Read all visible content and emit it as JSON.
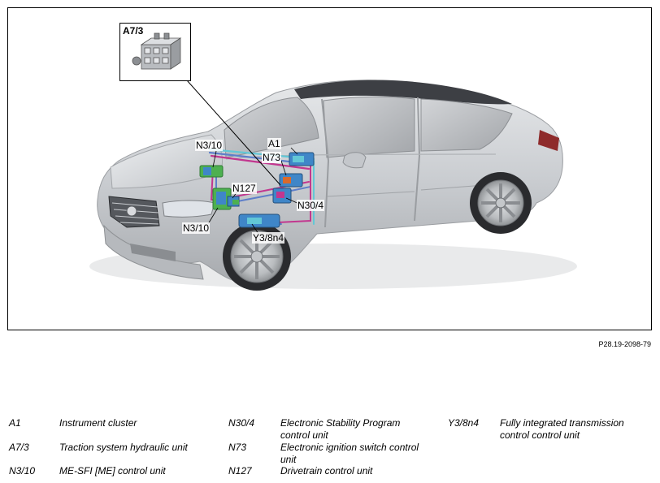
{
  "inset": {
    "label": "A7/3"
  },
  "callouts": {
    "A1": "A1",
    "N73": "N73",
    "N3_10_top": "N3/10",
    "N127": "N127",
    "N30_4": "N30/4",
    "N3_10_bottom": "N3/10",
    "Y3_8n4": "Y3/8n4"
  },
  "figure_code": "P28.19-2098-79",
  "legend": [
    {
      "abbr": "A1",
      "desc": "Instrument cluster"
    },
    {
      "abbr": "A7/3",
      "desc": "Traction system hydraulic unit"
    },
    {
      "abbr": "N3/10",
      "desc": "ME-SFI [ME] control unit"
    },
    {
      "abbr": "N30/4",
      "desc": "Electronic Stability Program control unit"
    },
    {
      "abbr": "N73",
      "desc": "Electronic ignition switch control unit"
    },
    {
      "abbr": "N127",
      "desc": "Drivetrain control unit"
    },
    {
      "abbr": "Y3/8n4",
      "desc": "Fully integrated transmission control control unit"
    }
  ],
  "colors": {
    "car_body": "#c9ccd0",
    "glass": "#b5b8bc",
    "roof": "#3d3f44",
    "bus_magenta": "#c2378f",
    "bus_blue": "#5e7fc9",
    "bus_cyan": "#62c7d6",
    "module_green": "#4db050",
    "module_blue": "#3f86c8",
    "module_orange": "#d86a2c"
  }
}
